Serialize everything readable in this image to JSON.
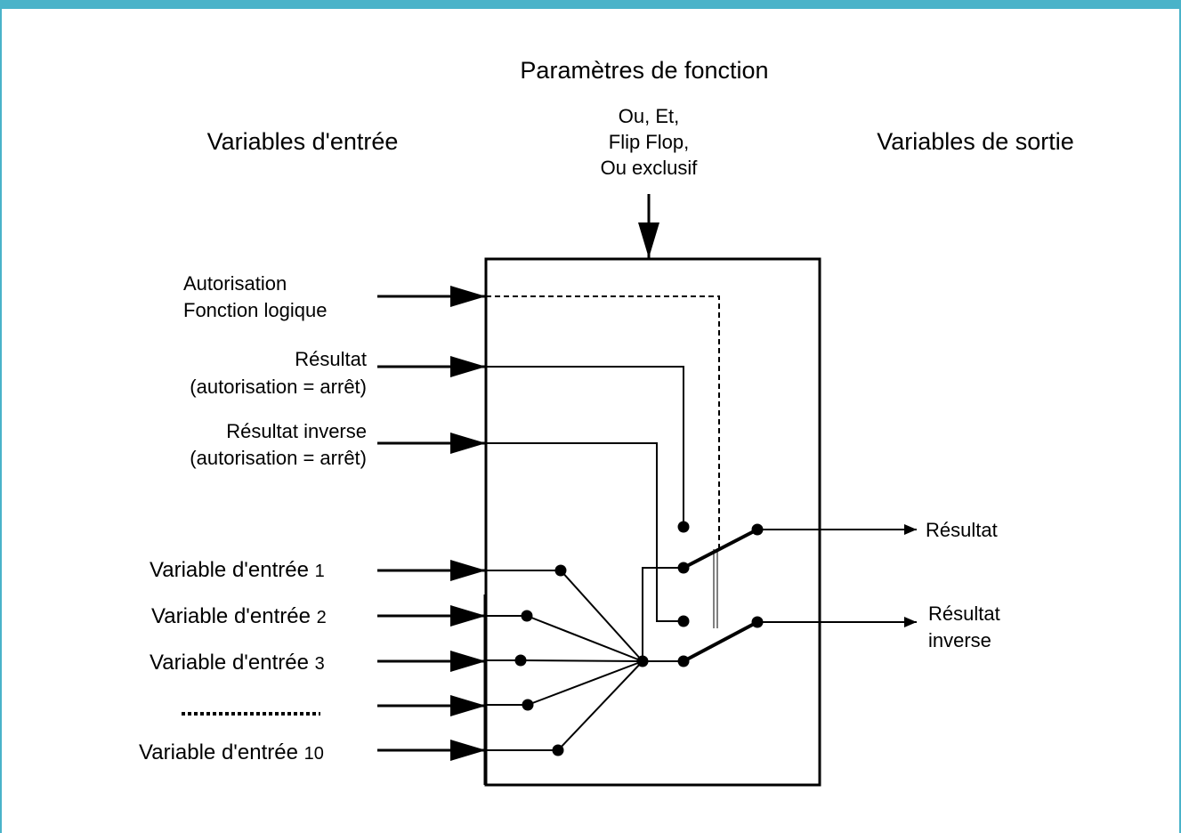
{
  "accent_color": "#4ab3c9",
  "headers": {
    "function_params": "Paramètres de fonction",
    "inputs": "Variables d'entrée",
    "outputs": "Variables de sortie"
  },
  "function_types": [
    "Ou, Et,",
    "Flip Flop,",
    "Ou exclusif"
  ],
  "control_inputs": {
    "enable": [
      "Autorisation",
      "Fonction logique"
    ],
    "result_off": [
      "Résultat",
      "(autorisation = arrêt)"
    ],
    "inverse_off": [
      "Résultat inverse",
      "(autorisation = arrêt)"
    ]
  },
  "input_variables": {
    "v1": {
      "label": "Variable d'entrée",
      "num": "1"
    },
    "v2": {
      "label": "Variable d'entrée",
      "num": "2"
    },
    "v3": {
      "label": "Variable d'entrée",
      "num": "3"
    },
    "v10": {
      "label": "Variable d'entrée",
      "num": "10"
    }
  },
  "outputs": {
    "result": "Résultat",
    "inverse": [
      "Résultat",
      "inverse"
    ]
  }
}
